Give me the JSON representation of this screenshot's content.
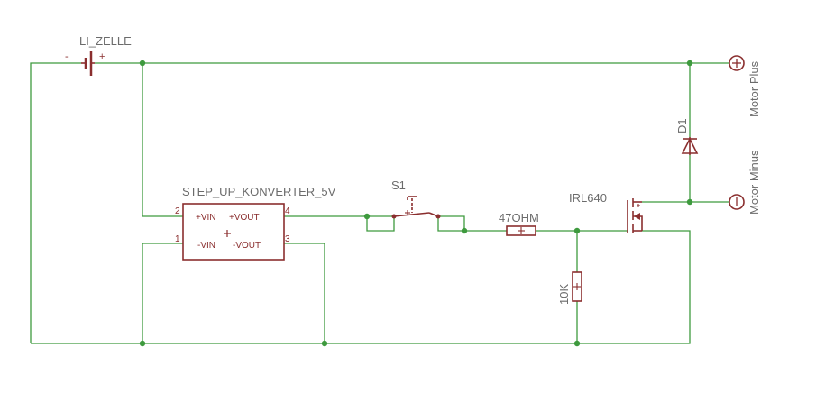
{
  "components": {
    "battery": {
      "name": "LI_ZELLE",
      "minus": "-",
      "plus": "+"
    },
    "converter": {
      "name": "STEP_UP_KONVERTER_5V",
      "pin_vin_plus": "+VIN",
      "pin_vout_plus": "+VOUT",
      "pin_vin_minus": "-VIN",
      "pin_vout_minus": "-VOUT",
      "pin_num_2": "2",
      "pin_num_4": "4",
      "pin_num_1": "1",
      "pin_num_3": "3"
    },
    "switch": {
      "name": "S1"
    },
    "resistor_series": {
      "name": "47OHM"
    },
    "resistor_pulldown": {
      "name": "10K"
    },
    "mosfet": {
      "name": "IRL640"
    },
    "diode": {
      "name": "D1"
    },
    "motor_plus": {
      "name": "Motor Plus"
    },
    "motor_minus": {
      "name": "Motor Minus"
    }
  },
  "colors": {
    "wire": "#3e9a3e",
    "part": "#8a2e2e",
    "label": "#6b6b6b",
    "background": "#ffffff"
  }
}
